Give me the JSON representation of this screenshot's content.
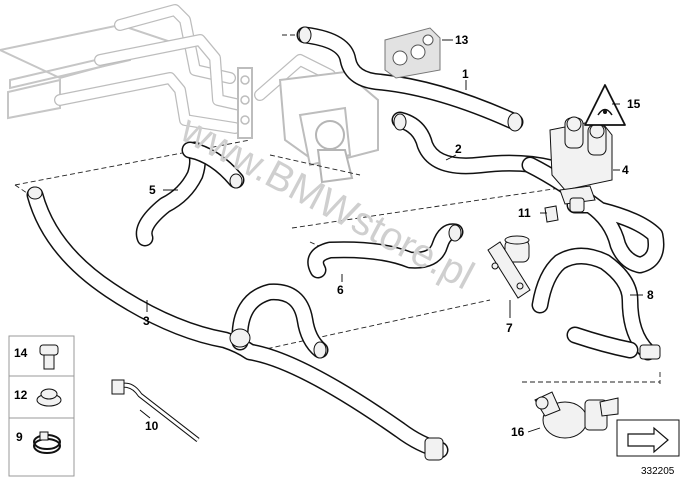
{
  "watermark": "www.BMWstore.pl",
  "diagram_code": "332205",
  "callouts": {
    "c1": "1",
    "c2": "2",
    "c3": "3",
    "c4": "4",
    "c5": "5",
    "c6": "6",
    "c7": "7",
    "c8": "8",
    "c9": "9",
    "c10": "10",
    "c11": "11",
    "c12": "12",
    "c13": "13",
    "c14": "14",
    "c15": "15",
    "c16": "16"
  },
  "colors": {
    "line": "#111111",
    "watermark": "#cfcfcf",
    "ghost": "#bdbdbd"
  }
}
